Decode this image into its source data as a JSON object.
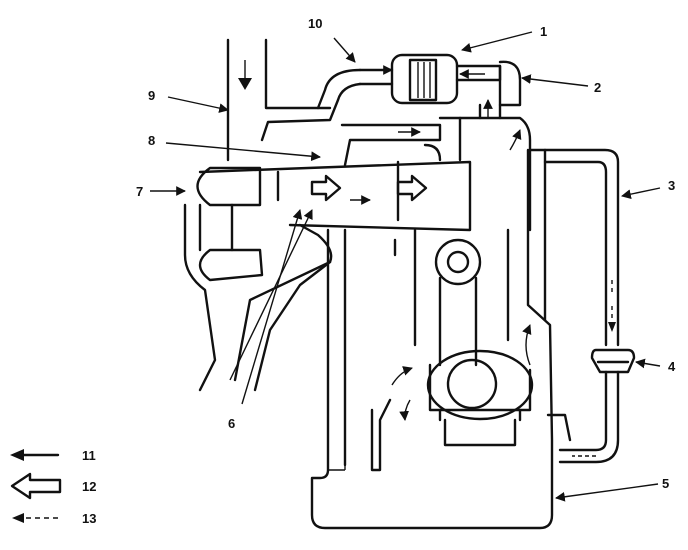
{
  "labels": {
    "l1": "1",
    "l2": "2",
    "l3": "3",
    "l4": "4",
    "l5": "5",
    "l6": "6",
    "l7": "7",
    "l8": "8",
    "l9": "9",
    "l10": "10"
  },
  "legend": [
    {
      "number": "11",
      "symbol": "solid-arrow"
    },
    {
      "number": "12",
      "symbol": "hollow-arrow"
    },
    {
      "number": "13",
      "symbol": "dashed-arrow"
    }
  ]
}
